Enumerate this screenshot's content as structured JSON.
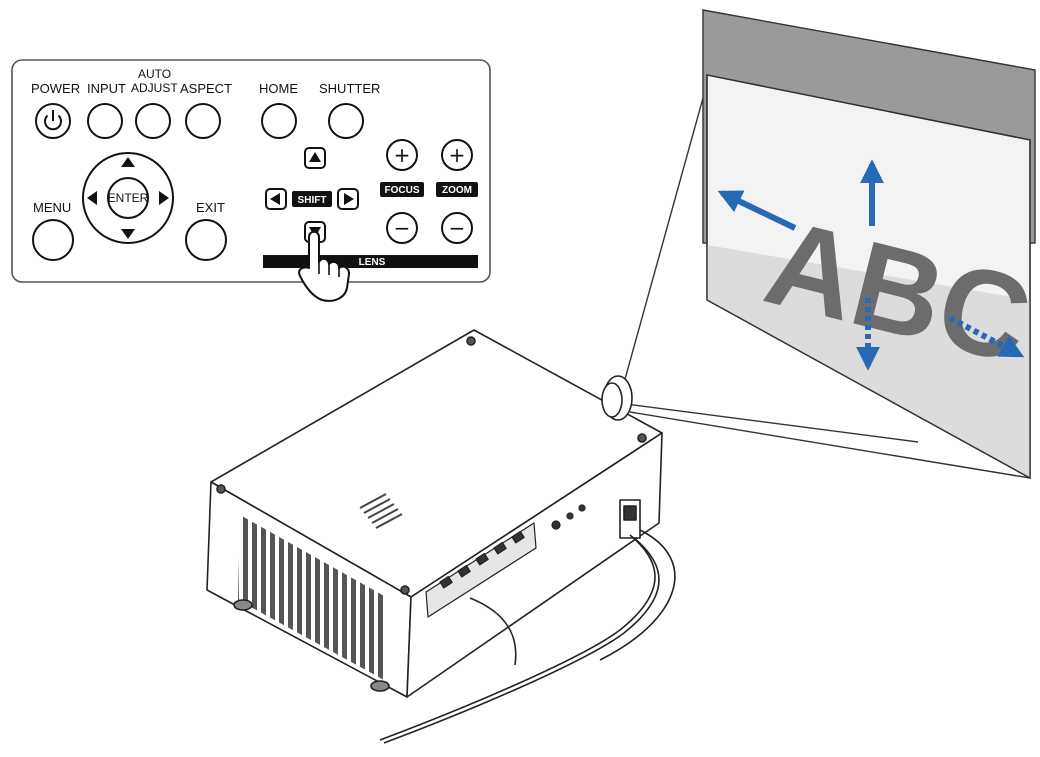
{
  "control_panel": {
    "buttons": {
      "power": "POWER",
      "input": "INPUT",
      "auto_adjust_line1": "AUTO",
      "auto_adjust_line2": "ADJUST",
      "aspect": "ASPECT",
      "home": "HOME",
      "shutter": "SHUTTER",
      "menu": "MENU",
      "exit": "EXIT",
      "enter": "ENTER"
    },
    "lens": {
      "group_label": "LENS",
      "shift_label": "SHIFT",
      "focus_label": "FOCUS",
      "zoom_label": "ZOOM",
      "plus_symbol": "+",
      "minus_symbol": "−"
    },
    "icons": {
      "power": "power-icon",
      "arrow_up": "triangle-up",
      "arrow_down": "triangle-down",
      "arrow_left": "triangle-left",
      "arrow_right": "triangle-right",
      "finger": "pointing-finger-icon"
    }
  },
  "screen": {
    "projected_text": "ABC"
  },
  "colors": {
    "arrow_blue": "#2769b5",
    "panel_bg": "#ffffff",
    "panel_border": "#555555",
    "lens_bar": "#111111",
    "screen_back": "#9a9a9a",
    "screen_front": "#f2f2f2",
    "text_gray": "#6c6c6c"
  }
}
